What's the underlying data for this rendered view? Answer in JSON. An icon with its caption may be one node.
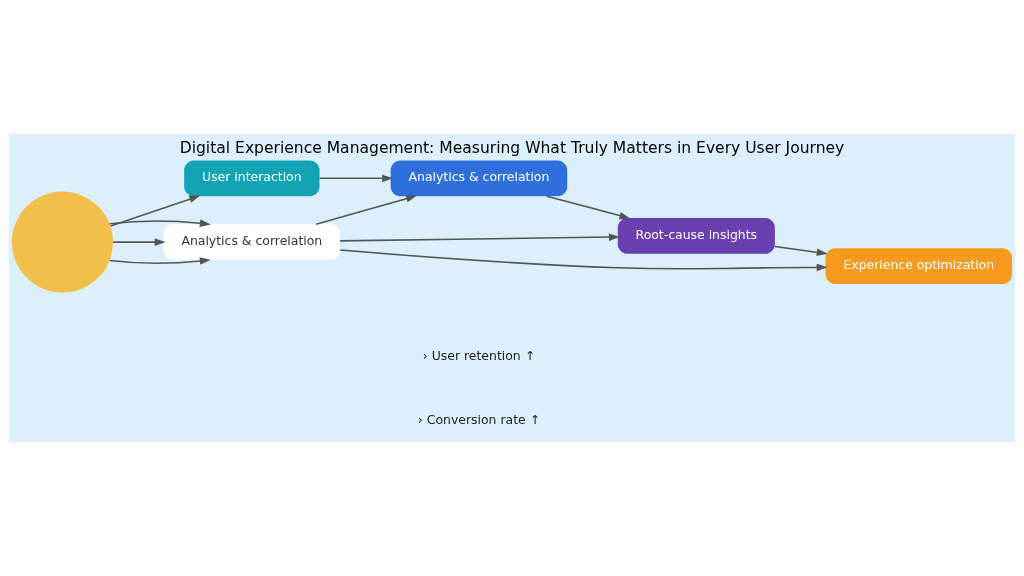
{
  "diagram": {
    "title": "Digital Experience Management: Measuring What Truly Matters in Every User Journey",
    "nodes": [
      {
        "text": [],
        "shape": "circle"
      },
      {
        "text": [
          "User interaction"
        ]
      },
      {
        "text": [
          "Analytics & correlation"
        ]
      },
      {
        "text": [
          "Analytics & correlation"
        ]
      },
      {
        "text": [
          "Root-cause insights"
        ]
      },
      {
        "text": [
          "Experience optimization"
        ]
      }
    ],
    "edges": [
      {
        "from": 0,
        "to": 1,
        "arrow": "to"
      },
      {
        "from": 0,
        "to": 2,
        "arrow": "to"
      },
      {
        "from": 0,
        "to": 2,
        "arrow": "to"
      },
      {
        "from": 0,
        "to": 2,
        "arrow": "to"
      },
      {
        "from": 1,
        "to": 3,
        "arrow": "to"
      },
      {
        "from": 2,
        "to": 3,
        "arrow": "to"
      },
      {
        "from": 2,
        "to": 4,
        "arrow": "to"
      },
      {
        "from": 2,
        "to": 5,
        "arrow": "to"
      },
      {
        "from": 3,
        "to": 4,
        "arrow": "to"
      },
      {
        "from": 4,
        "to": 5,
        "arrow": "to"
      }
    ],
    "labels": [
      "› User retention ↑",
      "› Conversion rate ↑"
    ]
  }
}
